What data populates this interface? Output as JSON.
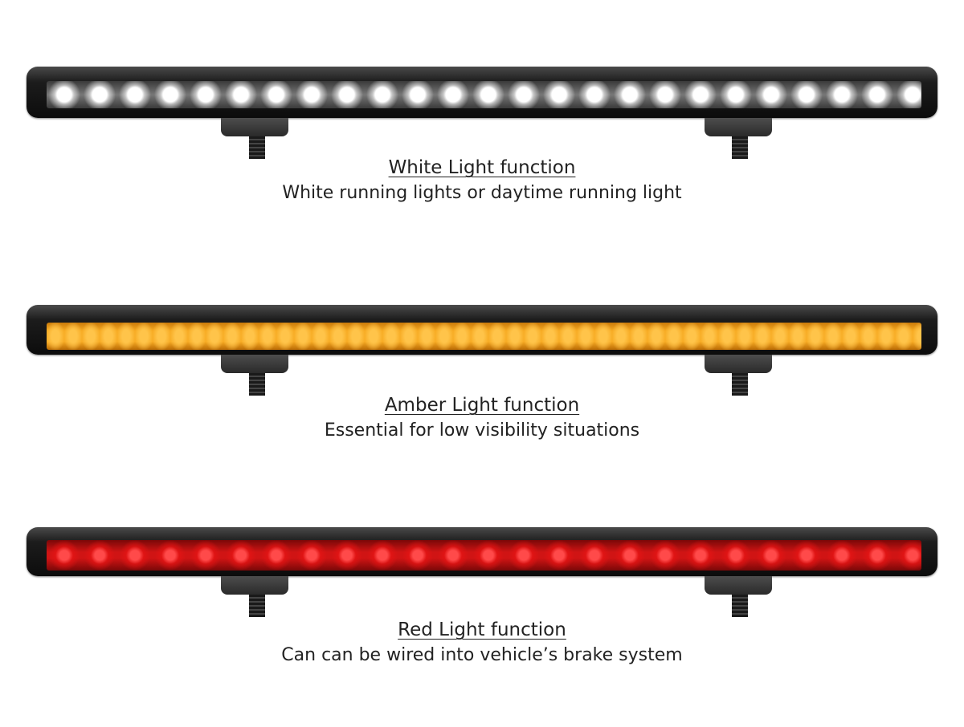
{
  "sections": [
    {
      "title": "White Light function",
      "subtitle": "White running lights or daytime running light",
      "color": "#ffffff"
    },
    {
      "title": "Amber Light function",
      "subtitle": "Essential for low visibility situations",
      "color": "#f5a21a"
    },
    {
      "title": "Red Light function",
      "subtitle": "Can can be wired into vehicle’s brake system",
      "color": "#e0161a"
    }
  ]
}
